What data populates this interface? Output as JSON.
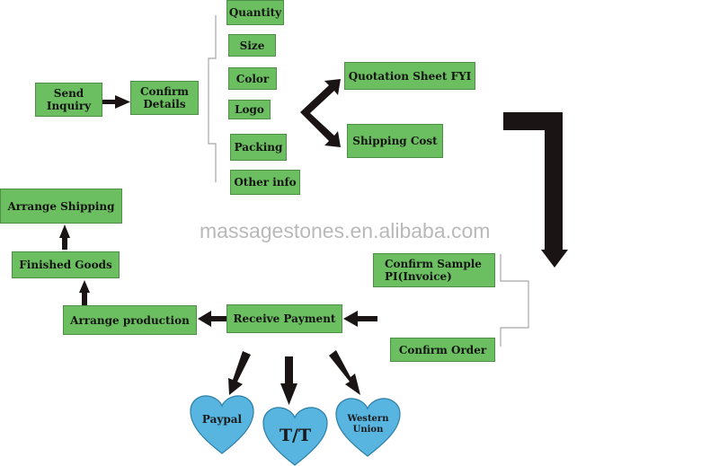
{
  "watermark": "massagestones.en.alibaba.com",
  "colors": {
    "box_fill": "#6cbf60",
    "box_border": "#4e8f46",
    "heart_fill": "#57b5e0",
    "heart_border": "#2d7fa8",
    "arrow": "#1a1414",
    "bracket_line": "#a8a8a8"
  },
  "steps": {
    "send_inquiry": "Send\nInquiry",
    "confirm_details": "Confirm\nDetails",
    "quotation_sheet": "Quotation Sheet FYI",
    "shipping_cost": "Shipping Cost",
    "confirm_sample": "Confirm Sample\nPI(Invoice)",
    "confirm_order": "Confirm Order",
    "receive_payment": "Receive Payment",
    "arrange_production": "Arrange production",
    "finished_goods": "Finished Goods",
    "arrange_shipping": "Arrange Shipping"
  },
  "details": [
    "Quantity",
    "Size",
    "Color",
    "Logo",
    "Packing",
    "Other info"
  ],
  "payment_methods": [
    "Paypal",
    "T/T",
    "Western\nUnion"
  ]
}
